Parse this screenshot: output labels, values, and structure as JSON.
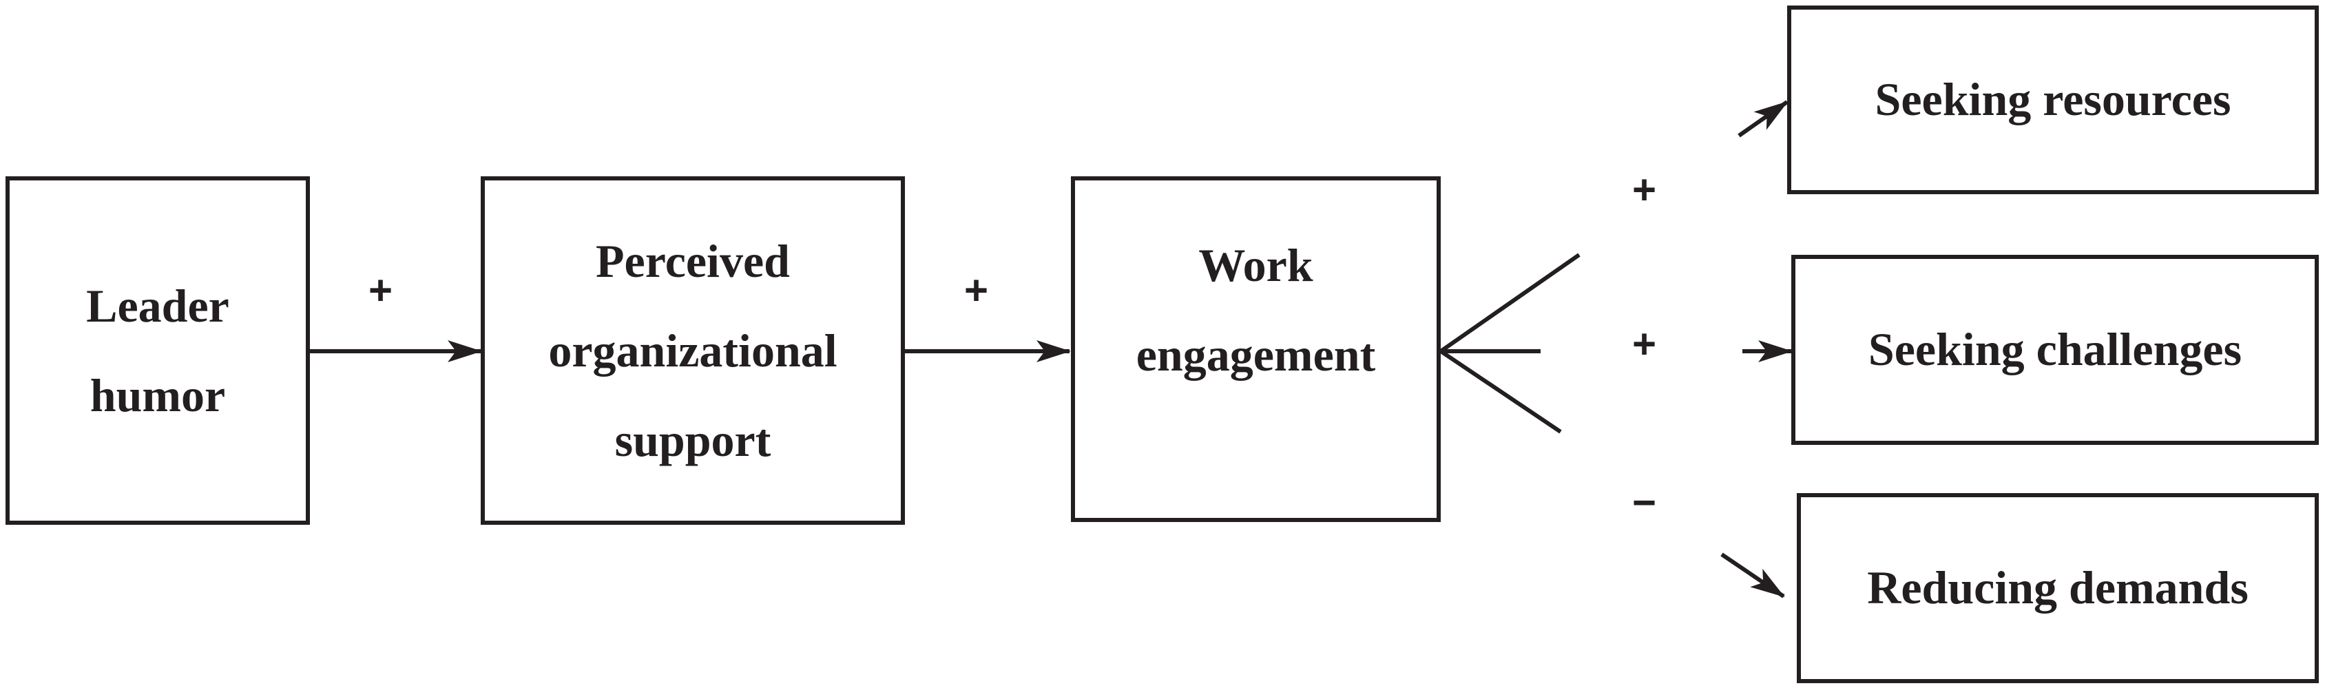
{
  "diagram": {
    "line_color": "#231f20",
    "nodes": {
      "leader_humor": "Leader\nhumor",
      "perceived_support": "Perceived\norganizational\nsupport",
      "work_engagement": "Work\nengagement",
      "seeking_resources": "Seeking resources",
      "seeking_challenges": "Seeking challenges",
      "reducing_demands": "Reducing demands"
    },
    "signs": {
      "humor_to_support": "+",
      "support_to_engagement": "+",
      "to_seeking_resources": "+",
      "to_seeking_challenges": "+",
      "to_reducing_demands": "−"
    }
  }
}
